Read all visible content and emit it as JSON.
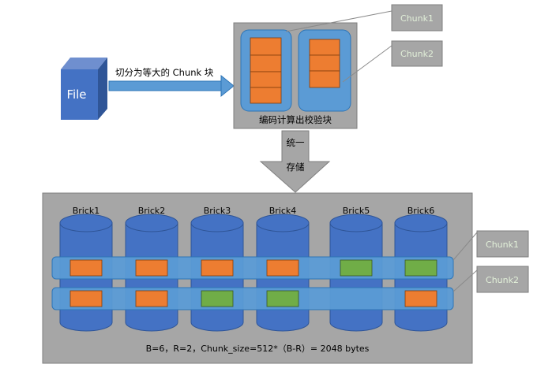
{
  "file": {
    "label": "File"
  },
  "split_arrow": {
    "label": "切分为等大的 Chunk 块"
  },
  "encode_box": {
    "label": "编码计算出校验块"
  },
  "store_arrow": {
    "line1": "统一",
    "line2": "存储"
  },
  "chunk_callouts_top": [
    "Chunk1",
    "Chunk2"
  ],
  "chunk_callouts_bottom": [
    "Chunk1",
    "Chunk2"
  ],
  "bricks": [
    {
      "name": "Brick1",
      "row1": "data",
      "row2": "data"
    },
    {
      "name": "Brick2",
      "row1": "data",
      "row2": "data"
    },
    {
      "name": "Brick3",
      "row1": "data",
      "row2": "parity"
    },
    {
      "name": "Brick4",
      "row1": "data",
      "row2": "parity"
    },
    {
      "name": "Brick5",
      "row1": "parity",
      "row2": "none"
    },
    {
      "name": "Brick6",
      "row1": "parity",
      "row2": "data"
    }
  ],
  "formula": "B=6，R=2，Chunk_size=512*（B-R）= 2048 bytes",
  "colors": {
    "data": "#ED7D31",
    "parity": "#70AD47",
    "brick": "#4472C4",
    "stripe": "#5B9BD5",
    "panel": "#A6A6A6"
  }
}
